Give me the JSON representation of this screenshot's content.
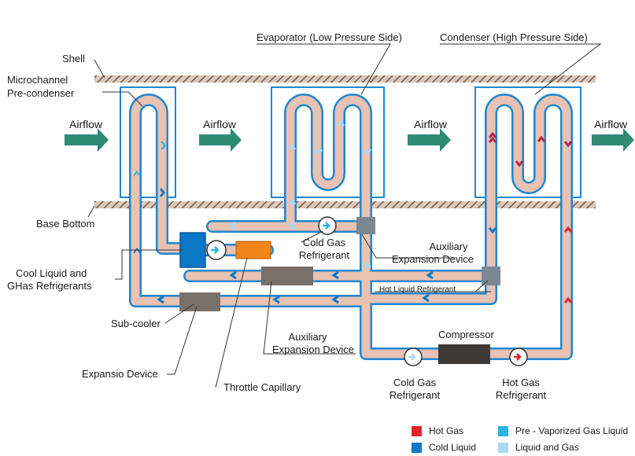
{
  "labels": {
    "shell": "Shell",
    "microchannel": "Microchannel",
    "precondenser": "Pre-condenser",
    "evaporator": "Evaporator (Low Pressure Side)",
    "condenser": "Condenser (High Pressure Side)",
    "base_bottom": "Base Bottom",
    "cool_liquid_1": "Cool Liquid and",
    "cool_liquid_2": "GHas Refrigerants",
    "sub_cooler": "Sub-cooler",
    "expansio_device": "Expansio Device",
    "throttle_capillary": "Throttle Capillary",
    "aux_exp_upper_1": "Auxiliary",
    "aux_exp_upper_2": "Expansion Device",
    "aux_exp_lower_1": "Auxiliary",
    "aux_exp_lower_2": "Expansion Device",
    "cold_gas_upper_1": "Cold Gas",
    "cold_gas_upper_2": "Refrigerant",
    "hot_liquid": "Hot Liquid Refrigerant",
    "compressor": "Compressor",
    "cold_gas_lower_1": "Cold Gas",
    "cold_gas_lower_2": "Refrigerant",
    "hot_gas_1": "Hot Gas",
    "hot_gas_2": "Refrigerant"
  },
  "airflow_labels": [
    "Airflow",
    "Airflow",
    "Airflow",
    "Airflow"
  ],
  "legend": [
    {
      "label": "Hot Gas",
      "color": "#e0242c"
    },
    {
      "label": "Pre - Vaporized Gas Liquid",
      "color": "#29b6e3"
    },
    {
      "label": "Cold Liquid",
      "color": "#0c78c9"
    },
    {
      "label": "Liquid and Gas",
      "color": "#a9d9f4"
    }
  ],
  "colors": {
    "pipe": "#e8c2b2",
    "pipe_border": "#1f87cf",
    "box": "#1f87cf",
    "shell_hatch": "#8a6a55",
    "airflow_arrow": "#2f8a74",
    "sub_cooler": "#7a706a",
    "throttle": "#f08519",
    "compressor": "#3f3a38",
    "aux_device": "#7b8891",
    "junction": "#0d77c7"
  }
}
